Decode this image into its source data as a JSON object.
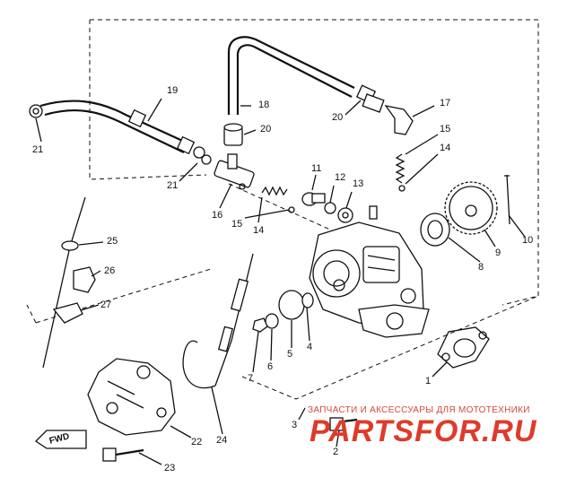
{
  "labels": {
    "l1": "1",
    "l2": "2",
    "l3": "3",
    "l4": "4",
    "l5": "5",
    "l6": "6",
    "l7": "7",
    "l8": "8",
    "l9": "9",
    "l10": "10",
    "l11": "11",
    "l12": "12",
    "l13": "13",
    "l14a": "14",
    "l14b": "14",
    "l15a": "15",
    "l15b": "15",
    "l16": "16",
    "l17": "17",
    "l18": "18",
    "l19": "19",
    "l20a": "20",
    "l20b": "20",
    "l21a": "21",
    "l21b": "21",
    "l22": "22",
    "l23": "23",
    "l24": "24",
    "l25": "25",
    "l26": "26",
    "l27": "27"
  },
  "fwd_mark": "FWD",
  "watermark": {
    "tagline": "ЗАПЧАСТИ И АКСЕССУАРЫ ДЛЯ МОТОТЕХНИКИ",
    "logo": "PARTSFOR.RU"
  },
  "colors": {
    "ink": "#111111",
    "watermark": "#e03a2a"
  }
}
